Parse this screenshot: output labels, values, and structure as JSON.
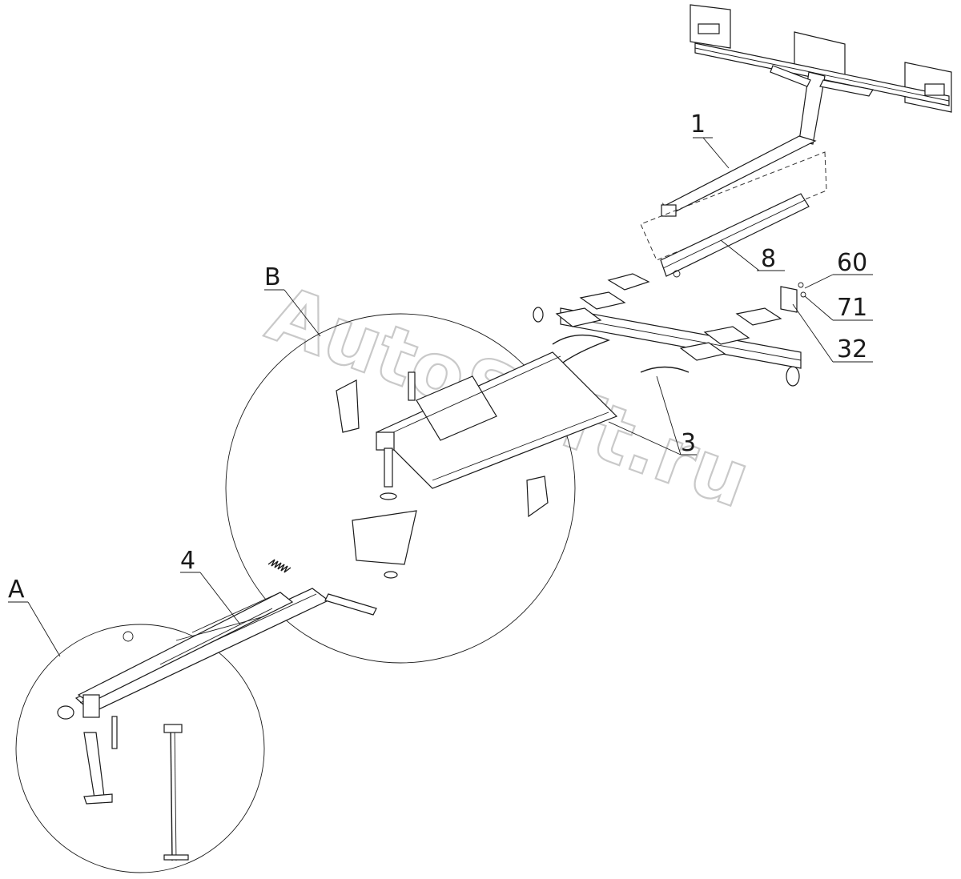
{
  "callouts": {
    "c1": "1",
    "c8": "8",
    "c60": "60",
    "c71": "71",
    "c32": "32",
    "c3": "3",
    "c4": "4",
    "cA": "A",
    "cB": "B"
  },
  "watermark": "AutoSoft.ru"
}
